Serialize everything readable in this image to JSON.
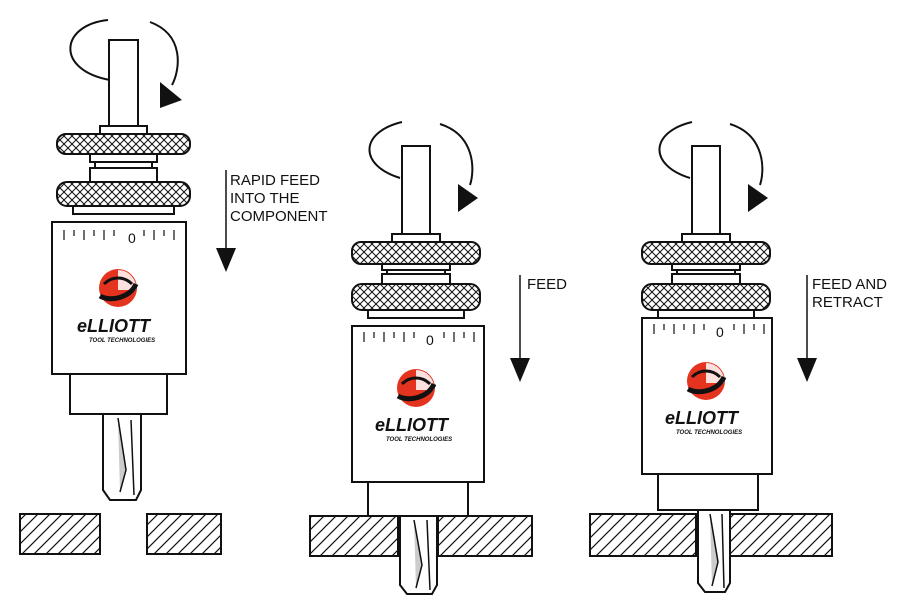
{
  "tools": [
    {
      "label_lines": [
        "RAPID FEED",
        "INTO THE",
        "COMPONENT"
      ],
      "brand": "eLLIOTT",
      "brand_sub": "TOOL TECHNOLOGIES",
      "dial_zero": "0",
      "arrow": "down-arrow",
      "rotation": "clockwise-arrow-icon"
    },
    {
      "label_lines": [
        "FEED"
      ],
      "brand": "eLLIOTT",
      "brand_sub": "TOOL TECHNOLOGIES",
      "dial_zero": "0",
      "arrow": "down-arrow",
      "rotation": "clockwise-arrow-icon"
    },
    {
      "label_lines": [
        "FEED AND",
        "RETRACT"
      ],
      "brand": "eLLIOTT",
      "brand_sub": "TOOL TECHNOLOGIES",
      "dial_zero": "0",
      "arrow": "down-arrow",
      "rotation": "clockwise-arrow-icon"
    }
  ],
  "colors": {
    "logo_red": "#e4331f",
    "line": "#111111",
    "background": "#ffffff"
  }
}
